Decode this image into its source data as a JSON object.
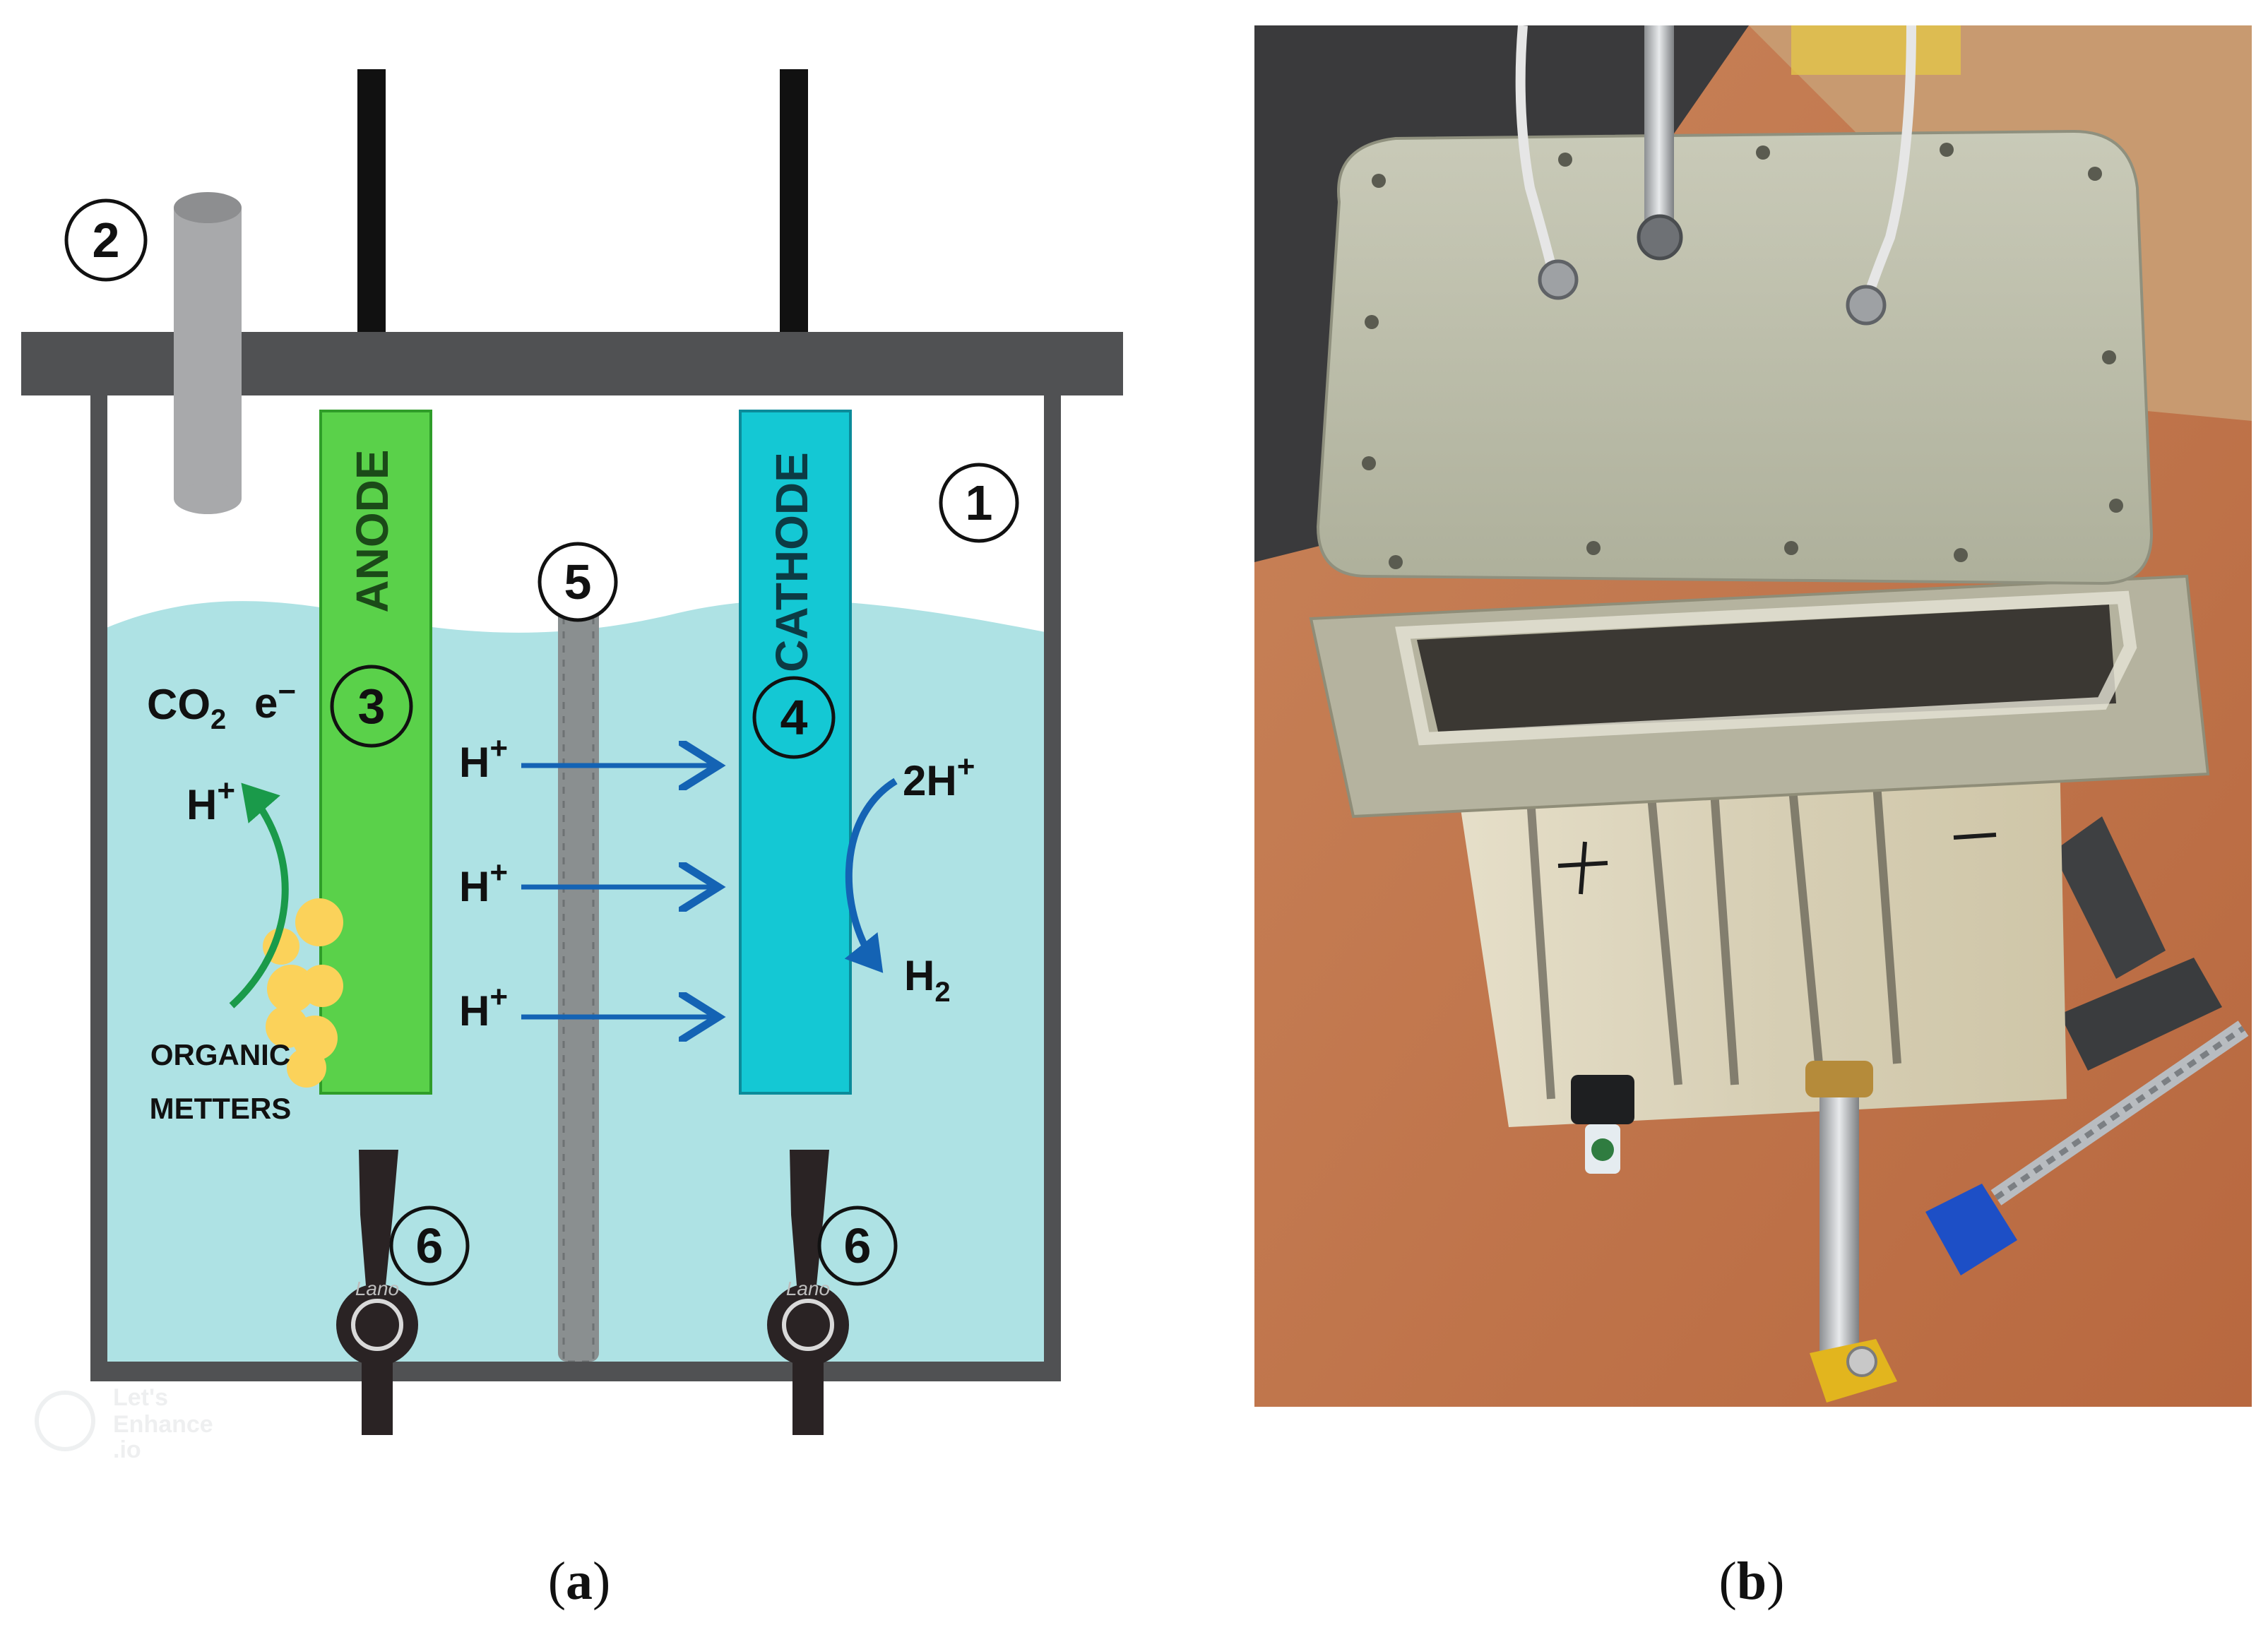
{
  "panel_a": {
    "anode_label": "ANODE",
    "cathode_label": "CATHODE",
    "markers": {
      "cell": "1",
      "pipe": "2",
      "anode": "3",
      "cathode": "4",
      "membrane": "5",
      "valve": "6"
    },
    "species": {
      "co2_main": "CO",
      "co2_sub": "2",
      "electron_main": "e",
      "electron_sup": "−",
      "proton_main": "H",
      "proton_sup": "+",
      "two_proton_main": "2H",
      "two_proton_sup": "+",
      "hydrogen_main": "H",
      "hydrogen_sub": "2"
    },
    "organic_line1": "ORGANIC",
    "organic_line2": "METTERS",
    "watermark_line1": "Let's",
    "watermark_line2": "Enhance",
    "watermark_line3": ".io",
    "valve_brand": "Lano"
  },
  "captions": {
    "a_letter": "a",
    "b_letter": "b"
  },
  "colors": {
    "liquid": "#aee2e4",
    "anode": "#5ad14a",
    "cathode": "#14c8d4",
    "frame": "#505153",
    "arrow_blue": "#1463b4",
    "arrow_green": "#1a9a4a",
    "organic": "#fbd25a",
    "membrane": "#8a8f90"
  }
}
